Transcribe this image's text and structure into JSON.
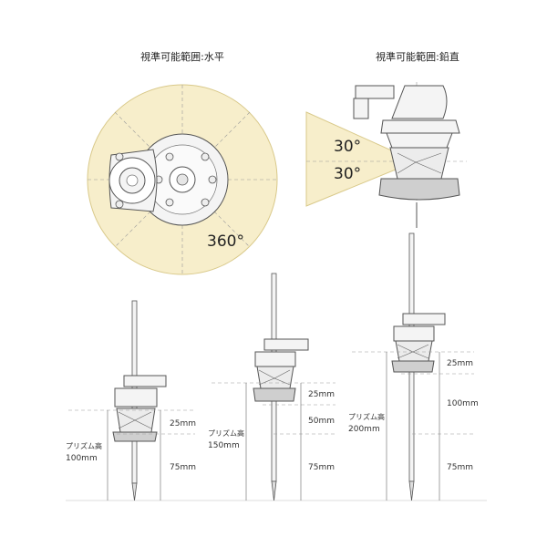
{
  "top_left": {
    "title": "視準可能範囲:水平",
    "angle": "360°"
  },
  "top_right": {
    "title": "視準可能範囲:鉛直",
    "angle_upper": "30°",
    "angle_lower": "30°"
  },
  "pole1": {
    "prism_label_line1": "プリズム高",
    "prism_label_line2": "100mm",
    "dim_upper": "25mm",
    "dim_lower": "75mm"
  },
  "pole2": {
    "prism_label_line1": "プリズム高",
    "prism_label_line2": "150mm",
    "dim_upper": "25mm",
    "dim_middle": "50mm",
    "dim_lower": "75mm"
  },
  "pole3": {
    "prism_label_line1": "プリズム高",
    "prism_label_line2": "200mm",
    "dim_upper": "25mm",
    "dim_middle": "100mm",
    "dim_lower": "75mm"
  },
  "colors": {
    "range_fill": "#f7eecb",
    "range_stroke": "#d9c98a",
    "line": "#555555"
  }
}
